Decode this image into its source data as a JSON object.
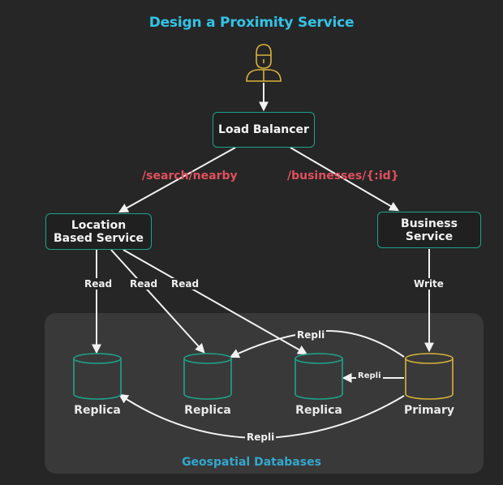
{
  "title": "Design a Proximity Service",
  "nodes": {
    "load_balancer": "Load Balancer",
    "location_service": "Location Based Service",
    "business_service": "Business Service"
  },
  "routes": {
    "search": "/search/nearby",
    "businesses": "/businesses/{:id}"
  },
  "edges": {
    "read": "Read",
    "write": "Write",
    "repli": "Repli"
  },
  "databases": {
    "title": "Geospatial Databases",
    "items": [
      "Replica",
      "Replica",
      "Replica",
      "Primary"
    ]
  },
  "colors": {
    "background": "#262626",
    "panel": "#393939",
    "node_border": "#1fa38a",
    "replica": "#1fa38a",
    "primary": "#d8b23a",
    "route_text": "#e0505e",
    "title_text": "#33c3e6"
  },
  "icons": [
    "user-icon"
  ]
}
